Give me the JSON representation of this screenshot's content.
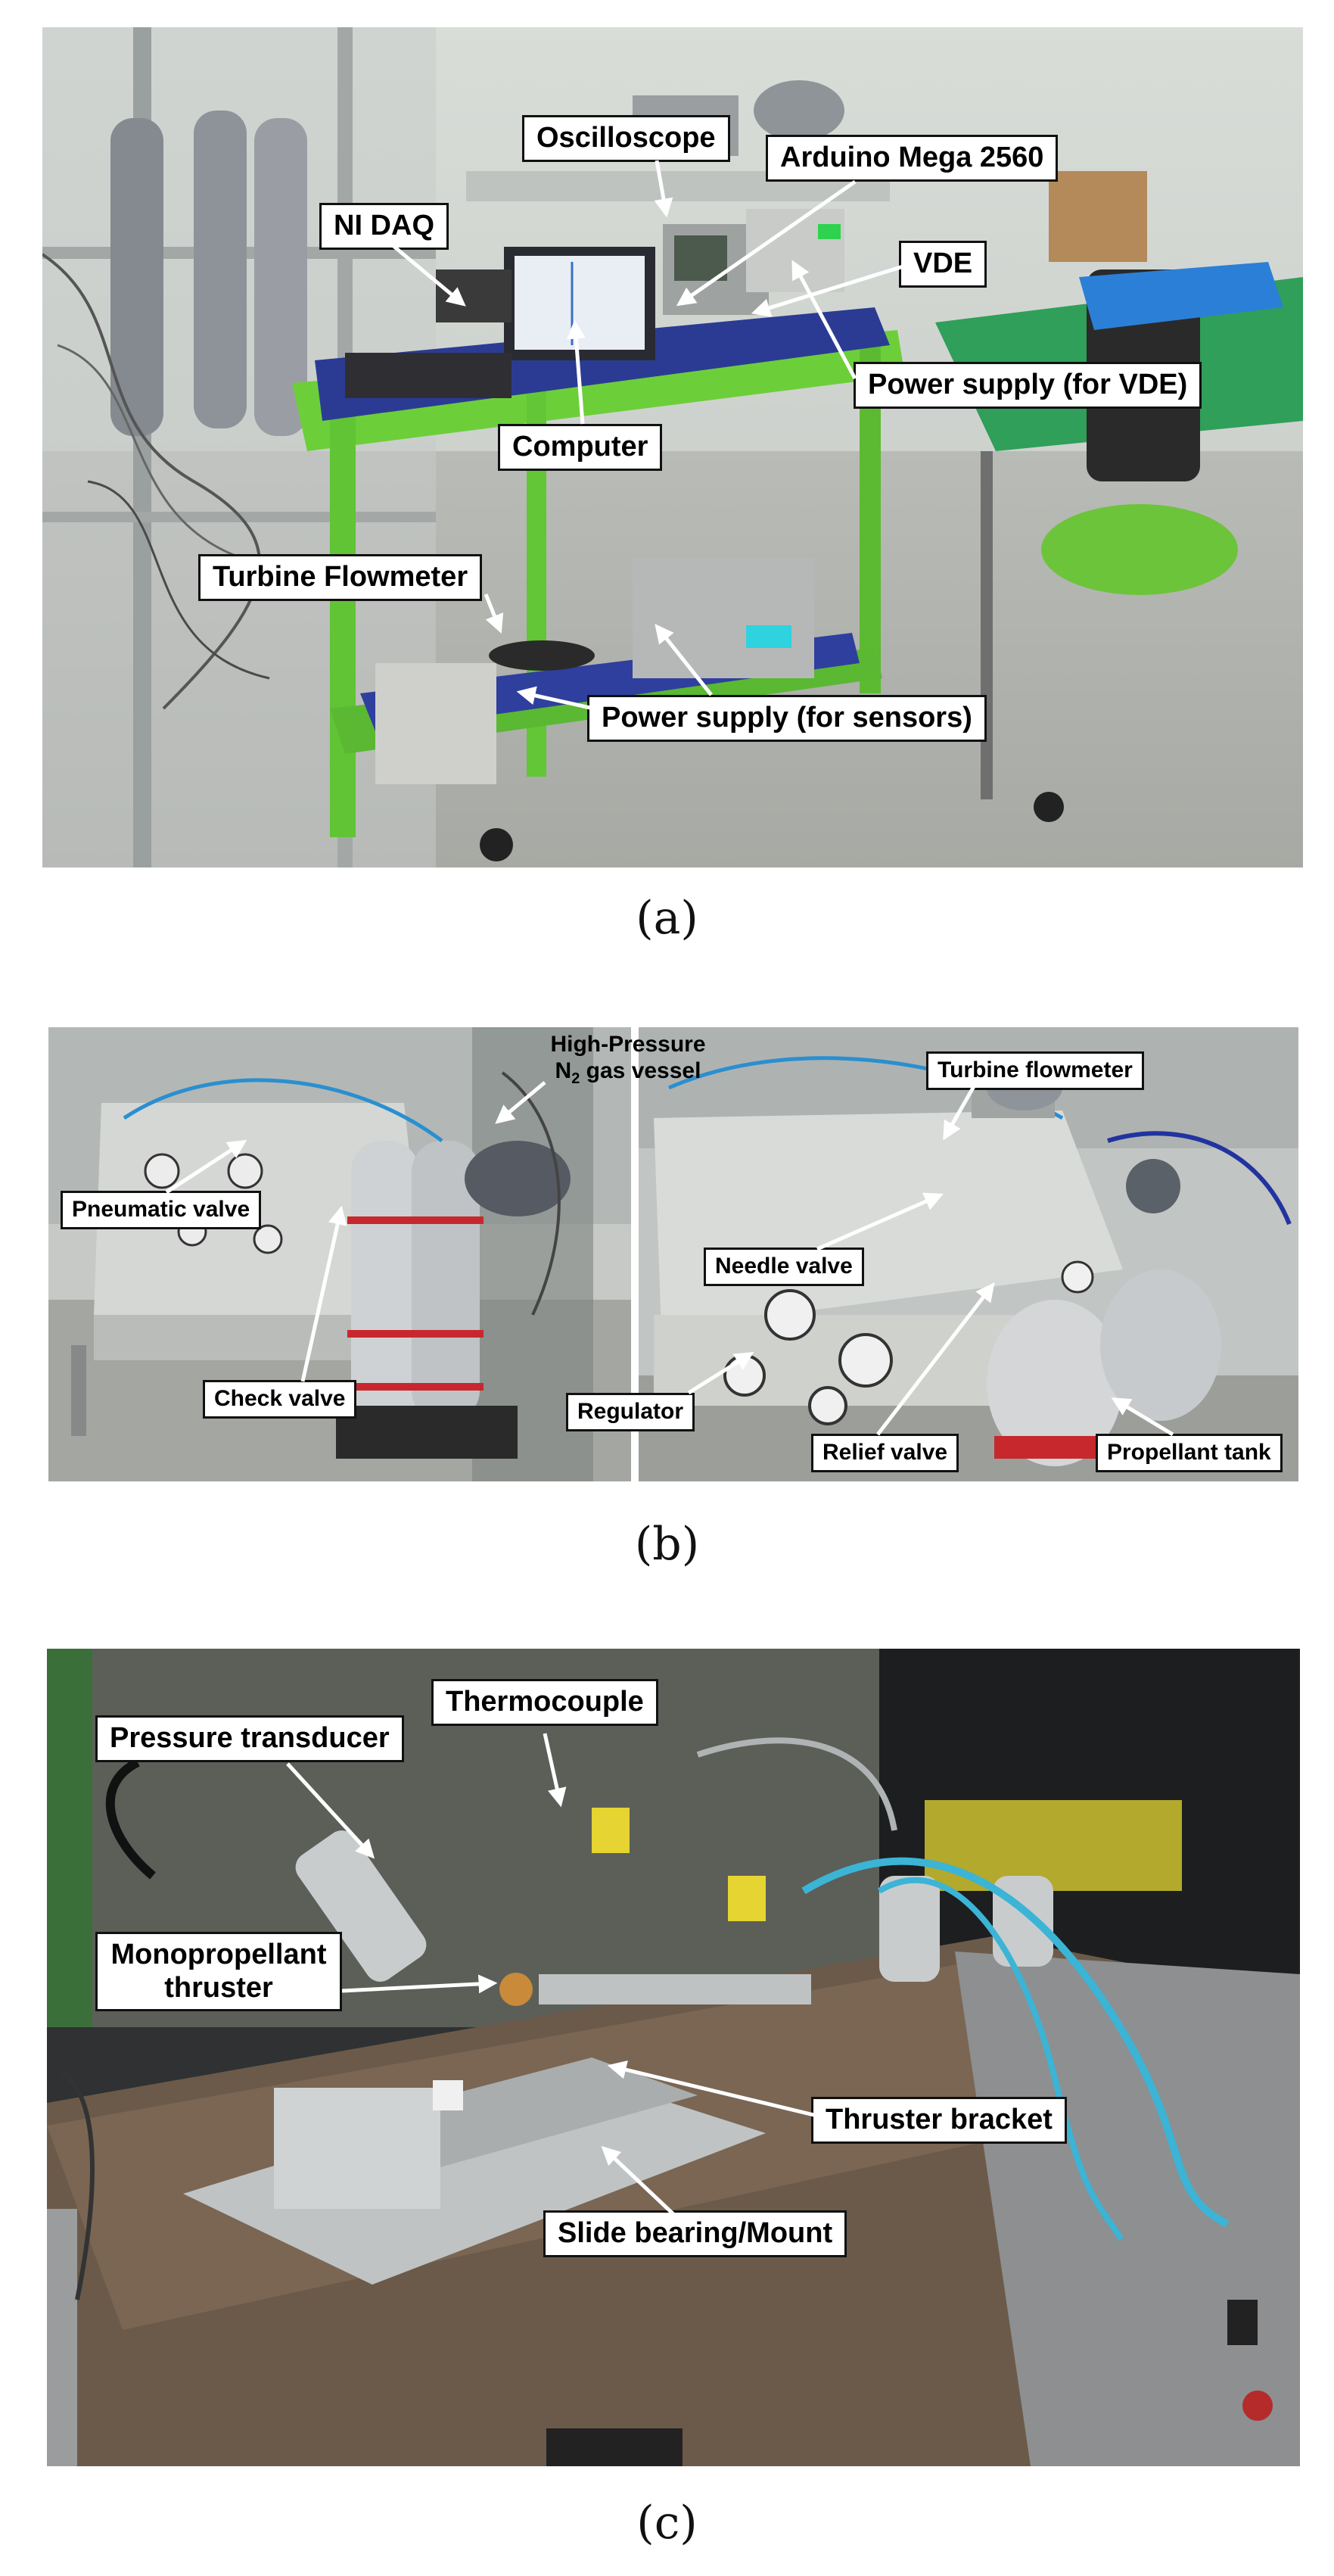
{
  "panel_a": {
    "labels": {
      "oscilloscope": "Oscilloscope",
      "arduino": "Arduino Mega 2560",
      "ni_daq": "NI DAQ",
      "vde": "VDE",
      "power_vde": "Power supply (for VDE)",
      "computer": "Computer",
      "turbine_flowmeter": "Turbine Flowmeter",
      "power_sensors": "Power supply (for sensors)"
    },
    "caption": "(a)"
  },
  "panel_b": {
    "labels": {
      "hp_line1": "High-Pressure",
      "hp_line2_pre": "N",
      "hp_line2_sub": "2",
      "hp_line2_post": " gas vessel",
      "turbine_flowmeter": "Turbine flowmeter",
      "pneumatic_valve": "Pneumatic valve",
      "needle_valve": "Needle valve",
      "check_valve": "Check valve",
      "regulator": "Regulator",
      "relief_valve": "Relief valve",
      "propellant_tank": "Propellant tank"
    },
    "caption": "(b)"
  },
  "panel_c": {
    "labels": {
      "thermocouple": "Thermocouple",
      "pressure_transducer": "Pressure transducer",
      "mono_line1": "Monopropellant",
      "mono_line2": "thruster",
      "thruster_bracket": "Thruster bracket",
      "slide_bearing": "Slide bearing/Mount"
    },
    "caption": "(c)"
  }
}
